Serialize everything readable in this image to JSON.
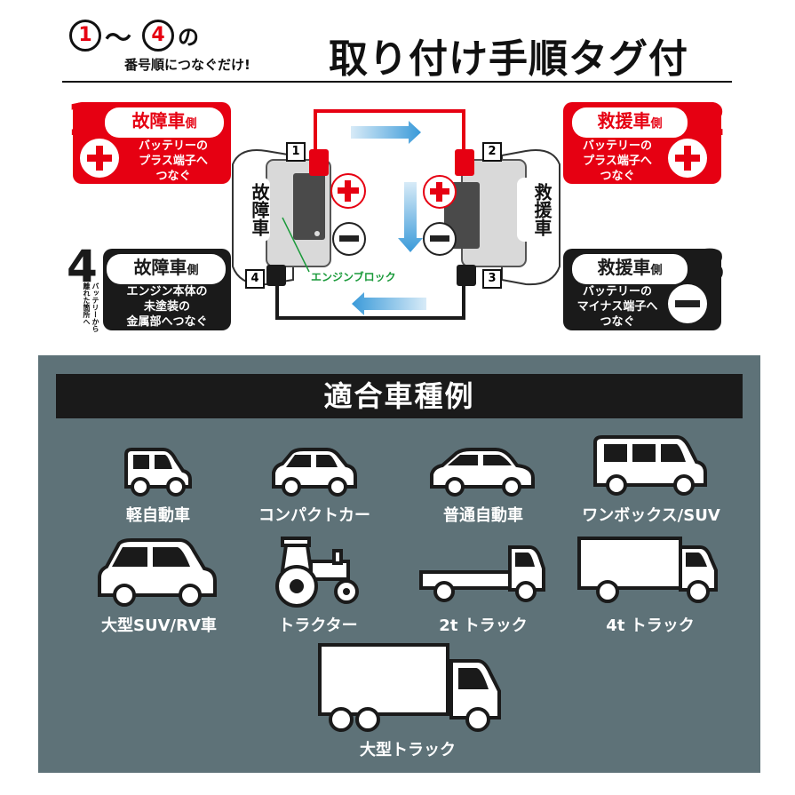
{
  "header": {
    "circle_1": "1",
    "tilde": "〜",
    "circle_4": "4",
    "suffix": "の",
    "subline": "番号順につなぐだけ!",
    "title": "取り付け手順タグ付"
  },
  "steps": [
    {
      "num": "1",
      "side": "故障車",
      "side_small": "側",
      "text_lines": [
        "バッテリーの",
        "プラス端子へ",
        "つなぐ"
      ],
      "sign": "plus"
    },
    {
      "num": "2",
      "side": "救援車",
      "side_small": "側",
      "text_lines": [
        "バッテリーの",
        "プラス端子へ",
        "つなぐ"
      ],
      "sign": "plus"
    },
    {
      "num": "3",
      "side": "救援車",
      "side_small": "側",
      "text_lines": [
        "バッテリーの",
        "マイナス端子へ",
        "つなぐ"
      ],
      "sign": "minus"
    },
    {
      "num": "4",
      "side": "故障車",
      "side_small": "側",
      "text_lines": [
        "エンジン本体の",
        "未塗装の",
        "金属部へつなぐ"
      ],
      "sign": "none",
      "vertical_note": "バッテリーから離れた箇所へ"
    }
  ],
  "diagram": {
    "broken_car_label": "故障車",
    "rescue_car_label": "救援車",
    "engine_block_label": "エンジンブロック",
    "tags": [
      "1",
      "2",
      "3",
      "4"
    ]
  },
  "compat": {
    "title": "適合車種例",
    "vehicles": [
      {
        "label": "軽自動車",
        "icon": "kei-car-icon"
      },
      {
        "label": "コンパクトカー",
        "icon": "compact-car-icon"
      },
      {
        "label": "普通自動車",
        "icon": "sedan-icon"
      },
      {
        "label": "ワンボックス/SUV",
        "icon": "minivan-icon"
      },
      {
        "label": "大型SUV/RV車",
        "icon": "large-suv-icon"
      },
      {
        "label": "トラクター",
        "icon": "tractor-icon"
      },
      {
        "label": "2t トラック",
        "icon": "truck-2t-icon"
      },
      {
        "label": "4t トラック",
        "icon": "truck-4t-icon"
      },
      {
        "label": "大型トラック",
        "icon": "large-truck-icon"
      }
    ]
  },
  "colors": {
    "red": "#e60012",
    "black": "#1a1a1a",
    "panel_bg": "#5e7278",
    "arrow_blue": "#3a9ad9",
    "engine_green": "#1a9a3a"
  }
}
